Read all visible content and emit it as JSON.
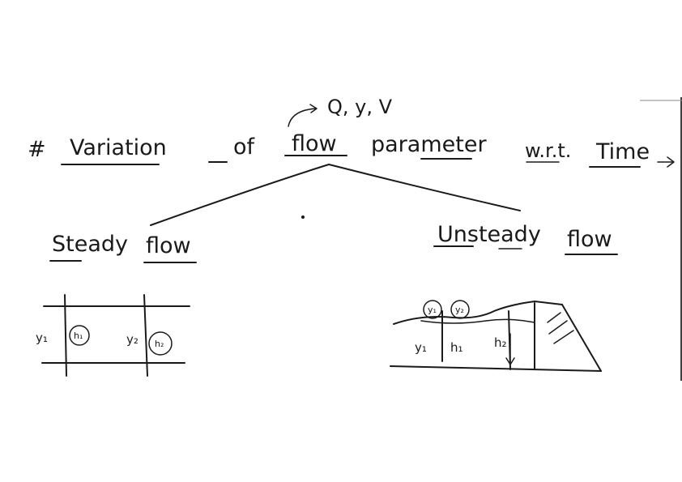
{
  "heading": {
    "hash": "#",
    "word1": "Variation",
    "word2": "of",
    "word3": "flow",
    "word4": "parameter",
    "word5": "w.r.t.",
    "word6": "Time",
    "params": "Q, y, V"
  },
  "branches": {
    "left": {
      "label1": "Steady",
      "label2": "flow"
    },
    "right": {
      "label1": "Unsteady",
      "label2": "flow"
    }
  },
  "steady_sketch": {
    "y1": "y₁",
    "y2": "y₂",
    "circle1": "h₁",
    "circle2": "h₂"
  },
  "unsteady_sketch": {
    "y1": "y₁",
    "h1": "h₁",
    "hc": "h₂",
    "wave1": "y₁",
    "wave2": "y₂"
  },
  "colors": {
    "ink": "#1a1a1a",
    "paper": "#ffffff"
  }
}
